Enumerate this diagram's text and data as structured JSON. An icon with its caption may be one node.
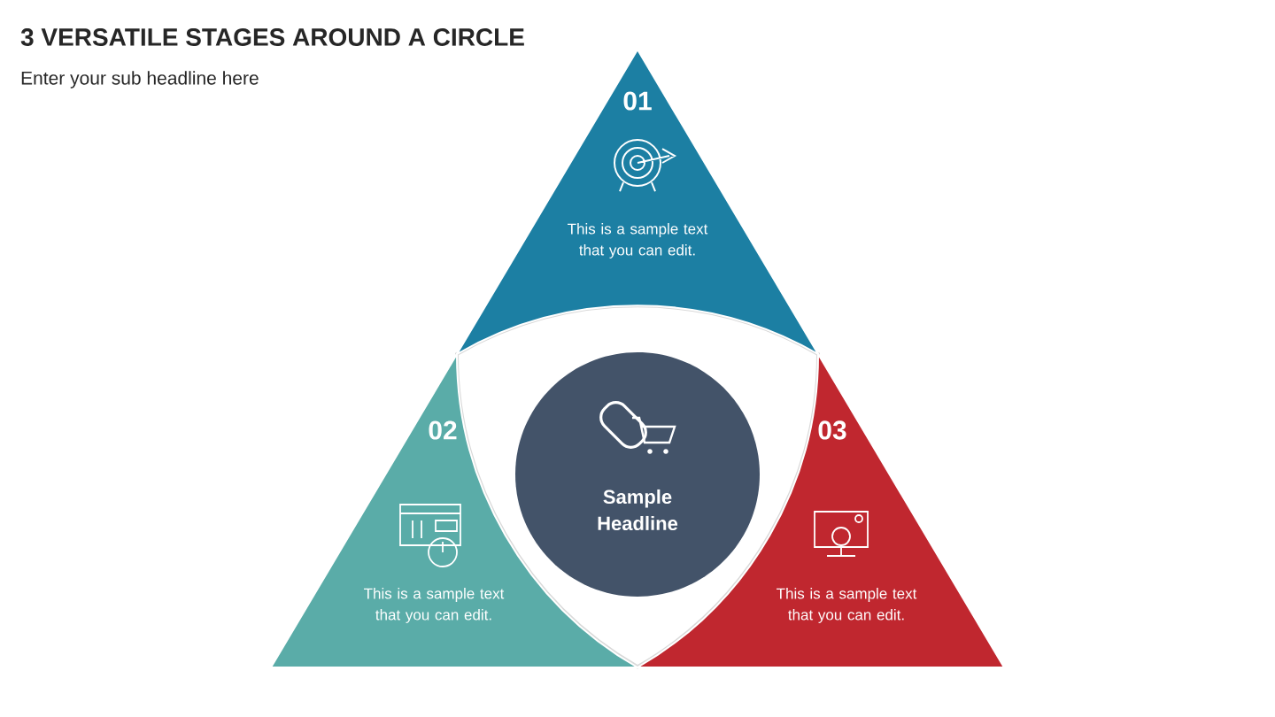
{
  "diagram": {
    "title": "3 VERSATILE STAGES AROUND A CIRCLE",
    "nodes": [
      {
        "text": [
          "01",
          "This is a sample text that you can edit."
        ]
      },
      {
        "text": [
          "02",
          "This is a sample text that you can edit."
        ]
      },
      {
        "text": [
          "03",
          "This is a sample text that you can edit."
        ]
      },
      {
        "text": [
          "Sample Headline"
        ]
      }
    ],
    "labels": [
      "Enter your sub headline here"
    ]
  }
}
